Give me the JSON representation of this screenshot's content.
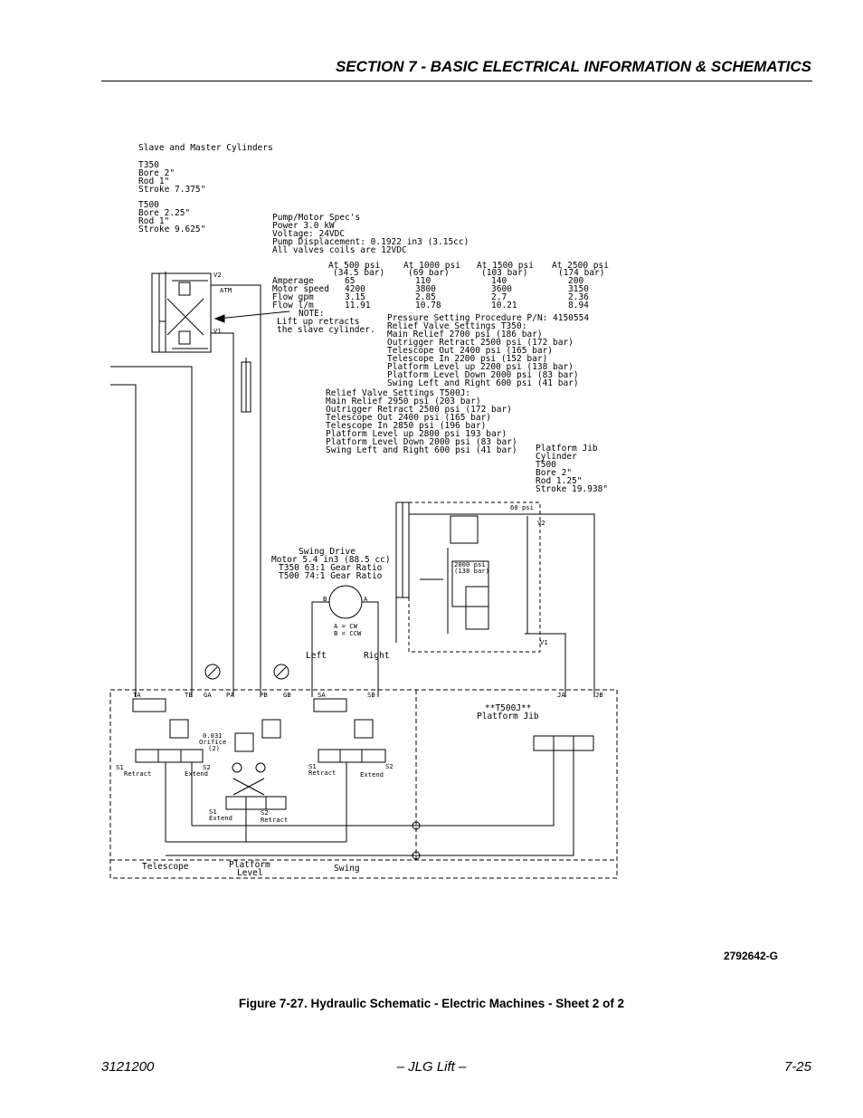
{
  "header": {
    "section_title": "SECTION 7 - BASIC ELECTRICAL INFORMATION & SCHEMATICS"
  },
  "schematic": {
    "cylinders_title": "Slave and Master Cylinders",
    "t350_spec": [
      "T350",
      "Bore 2\"",
      "Rod 1\"",
      "Stroke 7.375\""
    ],
    "t500_spec": [
      "T500",
      "Bore 2.25\"",
      "Rod 1\"",
      "Stroke 9.625\""
    ],
    "pump_specs": [
      "Pump/Motor Spec's",
      "Power  3.0 kW",
      "Voltage: 24VDC",
      "Pump Displacement: 0.1922 in3 (3.15cc)",
      "All valves coils are 12VDC"
    ],
    "pump_table": {
      "columns": [
        "At 500 psi",
        "At 1000 psi",
        "At 1500 psi",
        "At 2500 psi"
      ],
      "columns_bar": [
        "(34.5 bar)",
        "(69 bar)",
        "(103 bar)",
        "(174 bar)"
      ],
      "rows": [
        {
          "label": "Amperage",
          "values": [
            "65",
            "110",
            "140",
            "200"
          ]
        },
        {
          "label": "Motor speed",
          "values": [
            "4200",
            "3800",
            "3600",
            "3150"
          ]
        },
        {
          "label": "Flow gpm",
          "values": [
            "3.15",
            "2.85",
            "2.7",
            "2.36"
          ]
        },
        {
          "label": "Flow l/m",
          "values": [
            "11.91",
            "10.78",
            "10.21",
            "8.94"
          ]
        }
      ]
    },
    "note": [
      "NOTE:",
      "Lift up retracts",
      "the slave cylinder."
    ],
    "pressure_proc": "Pressure Setting Procedure P/N: 4150554",
    "t350_relief": [
      "Relief Valve Settings T350:",
      "Main Relief 2700 psi (186 bar)",
      "Outrigger Retract 2500 psi (172 bar)",
      "Telescope Out 2400 psi (165 bar)",
      "Telescope In 2200 psi (152 bar)",
      "Platform Level up 2200 psi (138 bar)",
      "Platform Level Down 2000 psi (83 bar)",
      "Swing Left and Right 600 psi (41 bar)"
    ],
    "t500j_relief": [
      "Relief Valve Settings T500J:",
      "Main Relief 2950 psi (203 bar)",
      "Outrigger Retract 2500 psi (172 bar)",
      "Telescope Out 2400 psi (165 bar)",
      "Telescope In 2850 psi (196 bar)",
      "Platform Level up 2800 psi 193 bar)",
      "Platform Level Down 2000 psi (83 bar)",
      "Swing Left and Right 600 psi (41 bar)"
    ],
    "jib_spec": [
      "Platform Jib",
      "Cylinder",
      "T500",
      "Bore 2\"",
      "Rod 1.25\"",
      "Stroke 19.938\""
    ],
    "swing_drive": [
      "Swing Drive",
      "Motor 5.4 in3 (88.5 cc)",
      "T350 63:1 Gear Ratio",
      "T500 74:1 Gear Ratio"
    ],
    "motor_legend": [
      "A = CW",
      "B = CCW"
    ],
    "labels": {
      "v1": "V1",
      "v2": "V2",
      "atm": "ATM",
      "psi60": "60 psi",
      "psi2000": "2000 psi",
      "bar138": "(138 bar)",
      "b": "B",
      "a": "A",
      "left": "Left",
      "right": "Right",
      "ta": "TA",
      "tb": "TB",
      "ga": "GA",
      "pa": "PA",
      "pb": "PB",
      "gb": "GB",
      "sa": "SA",
      "sb": "SB",
      "ja": "JA",
      "jb": "JB",
      "orifice": [
        "0.031",
        "Orifice",
        "(2)"
      ],
      "s1": "S1",
      "s2": "S2",
      "retract": "Retract",
      "extend": "Extend",
      "jib_valve": [
        "**T500J**",
        "Platform Jib"
      ],
      "telescope": "Telescope",
      "platform_level": [
        "Platform",
        "Level"
      ],
      "swing": "Swing"
    }
  },
  "figure": {
    "id": "2792642-G",
    "caption": "Figure 7-27.  Hydraulic Schematic - Electric Machines - Sheet 2 of 2"
  },
  "footer": {
    "doc_number": "3121200",
    "publisher": "– JLG Lift –",
    "page": "7-25"
  }
}
